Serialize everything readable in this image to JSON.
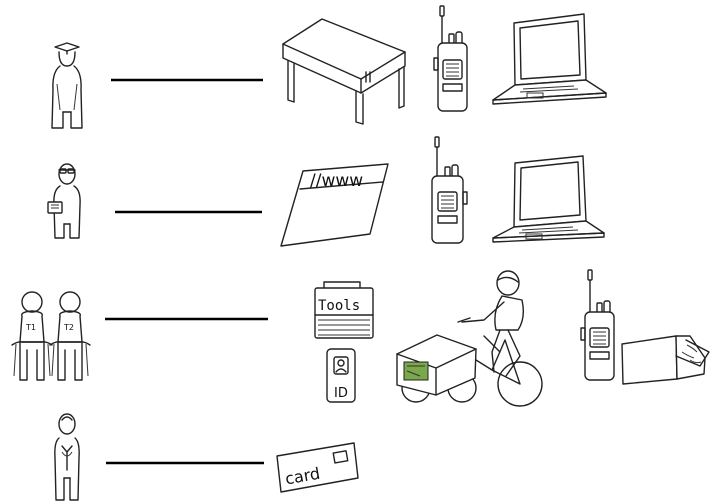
{
  "rows": [
    {
      "role": "graduate",
      "items": [
        "table",
        "walkie-talkie",
        "laptop"
      ]
    },
    {
      "role": "programmer",
      "items": [
        "website",
        "walkie-talkie",
        "laptop"
      ]
    },
    {
      "role": "technicians",
      "items": [
        "toolbox",
        "id-badge",
        "cargo-bike",
        "walkie-talkie",
        "parcel"
      ]
    },
    {
      "role": "client",
      "items": [
        "card"
      ]
    }
  ],
  "labels": {
    "www": "//www",
    "tools": "Tools",
    "id": "ID",
    "card": "card",
    "t1": "T1",
    "t2": "T2"
  },
  "colors": {
    "ink": "#222222",
    "bike_sticker": "#7aa84a"
  }
}
